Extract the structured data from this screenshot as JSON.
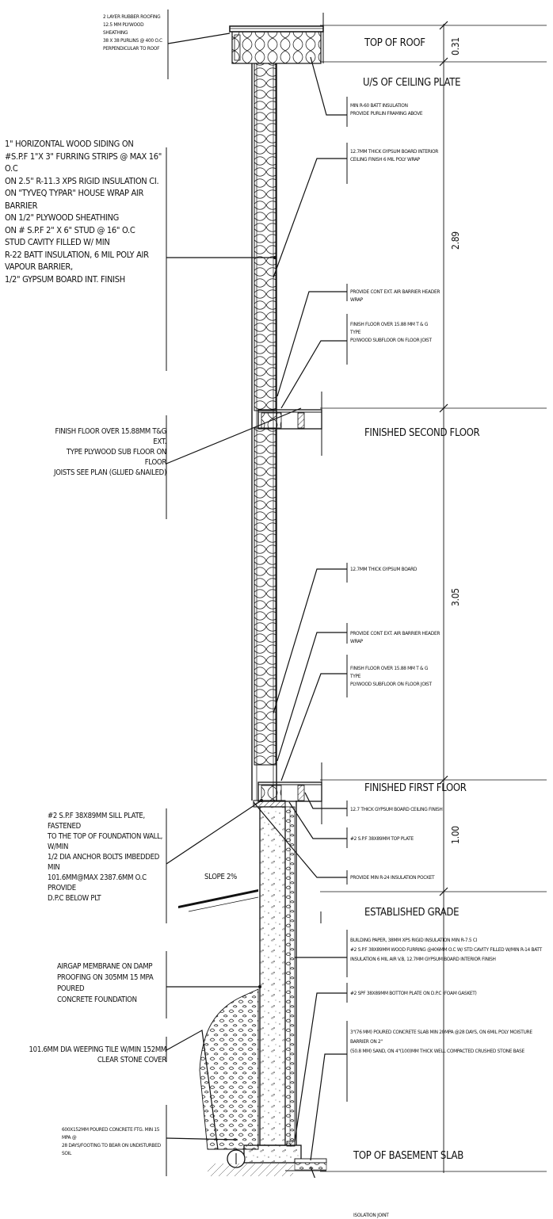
{
  "notes": {
    "roof": "2 LAYER RUBBER ROOFING\n12.5 MM PLYWOOD SHEATHING\n38 x 38 PURLINS @ 400 O.C\nPERPENDICULAR TO ROOF",
    "ceiling_insul": "MIN R-60 BATT INSULATION\nPROVIDE PURLIN FRAMING ABOVE",
    "ceiling_gypsum": "12.7mm THICK GYPSUM BOARD INTERIOR\nCEILING FINISH 6 MIL POLY WRAP",
    "wall": "1\" HORIZONTAL WOOD SIDING ON\n#S.P.F 1\"X 3\" FURRING STRIPS @ MAX 16\" O.C\nON 2.5\" R-11.3 XPS RIGID INSULATION CI.\nON \"TYVEQ TYPAR\" HOUSE WRAP AIR BARRIER\nON 1/2\" PLYWOOD SHEATHING\nON # S.P.F 2\" X 6\" STUD @ 16\" O.C\nSTUD CAVITY FILLED W/ MIN\nR-22 BATT INSULATION, 6 MIL POLY AIR VAPOUR BARRIER,\n1/2\" GYPSUM BOARD INT. FINISH",
    "header_wrap_1": "PROVIDE CONT EXT. AIR BARRIER HEADER WRAP",
    "subfloor_1": "FINISH FLOOR OVER 15.88 MM T & G TYPE\nPLYWOOD SUBFLOOR ON FLOOR JOIST",
    "second_floor": "FINISH FLOOR OVER 15.88mm T&G EXT.\nTYPE PLYWOOD SUB FLOOR ON FLOOR\nJOISTS SEE PLAN (GLUED &NAILED)",
    "gypsum_board": "12.7mm THICK GYPSUM BOARD",
    "header_wrap_2": "PROVIDE CONT EXT. AIR BARRIER HEADER WRAP",
    "subfloor_2": "FINISH FLOOR OVER 15.88 MM T & G TYPE\nPLYWOOD SUBFLOOR ON FLOOR JOIST",
    "ceiling_finish": "12.7 THICK GYPSUM BOARD CEILING FINISH",
    "top_plate": "#2 S.P.F 38x89mm TOP PLATE",
    "insul_pocket": "PROVIDE MIN R-24 INSULATION POCKET",
    "sill_plate": "#2 S.P.F 38x89mm SILL PLATE, FASTENED\nTO THE TOP OF FOUNDATION WALL, W/MIN\n1/2 DIA ANCHOR BOLTS IMBEDDED MIN\n101.6mm@MAX 2387.6mm O.C PROVIDE\nD.P.C BELOW PLT",
    "basement_wall": "BUILDING PAPER, 38mm XPS RIGID INSULATION MIN R-7.5 CI\n#2 S.P.F 38x89mm WOOD FURRING @406mm O.C W/ STD CAVITY FILLED W/MIN R-14 BATT\nINSULATION 6 MIL AIR V.B, 12.7mm GYPSUM BOARD INTERIOR FINISH",
    "airgap": "AIRGAP MEMBRANE ON DAMP\nPROOFING ON 305mm 15 MPA POURED\nCONCRETE FOUNDATION",
    "bottom_plate": "#2 SPF 38x89mm BOTTOM PLATE ON D.P.C (FOAM GASKET)",
    "slab": "3\"(76 mm) POURED CONCRETE SLAB MIN 20MPA @28 DAYS, ON 6MIL POLY MOISTURE BARRIER ON 2\"\n(50.8 mm) SAND, ON 4\"(100)mm THICK WELL COMPACTED CRUSHED STONE BASE",
    "weeping_tile": "101.6mm DIA WEEPING TILE W/MIN 152mm\nCLEAR STONE COVER",
    "footing": "600X152mm POURED CONCRETE FTG. MIN 15 MPA @\n28 DAYS/FOOTING TO BEAR ON UNDISTURBED SOIL",
    "isolation_joint": "ISOLATION JOINT",
    "slope": "SLOPE 2%"
  },
  "levels": {
    "top_of_roof": "TOP OF ROOF",
    "ceiling_plate": "U/S OF CEILING PLATE",
    "second_floor": "FINISHED SECOND FLOOR",
    "first_floor": "FINISHED FIRST FLOOR",
    "grade": "ESTABLISHED GRADE",
    "basement_slab": "TOP OF BASEMENT SLAB"
  },
  "dimensions": {
    "roof": "0.31",
    "second_storey": "2.89",
    "first_storey": "3.05",
    "foundation": "1.00"
  }
}
